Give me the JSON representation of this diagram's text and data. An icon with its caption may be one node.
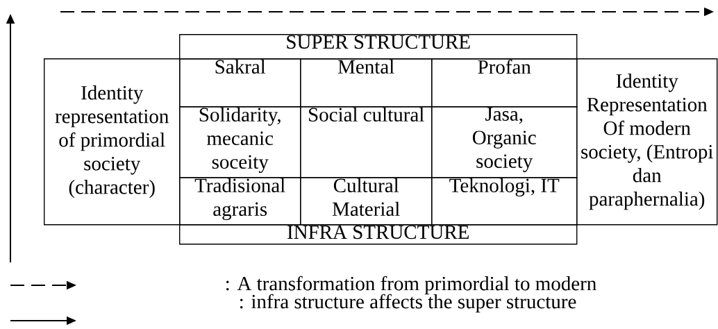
{
  "diagram": {
    "nodes": [
      {
        "text": [
          "SUPER STRUCTURE"
        ]
      },
      {
        "text": [
          "Identity representation of primordial society (character)"
        ]
      },
      {
        "text": [
          "Sakral"
        ]
      },
      {
        "text": [
          "Mental"
        ]
      },
      {
        "text": [
          "Profan"
        ]
      },
      {
        "text": [
          "Solidarity, mecanic soceity"
        ]
      },
      {
        "text": [
          "Social cultural"
        ]
      },
      {
        "text": [
          "Jasa, Organic society"
        ]
      },
      {
        "text": [
          "Tradisional agraris"
        ]
      },
      {
        "text": [
          "Cultural Material"
        ]
      },
      {
        "text": [
          "Teknologi, IT"
        ]
      },
      {
        "text": [
          "Identity Representation Of modern society, (Entropi dan paraphernalia)"
        ]
      },
      {
        "text": [
          "INFRA  STRUCTURE"
        ]
      }
    ],
    "legend": [
      {
        "text": ": A transformation from primordial to modern"
      },
      {
        "text": ":  infra structure affects the super structure"
      }
    ]
  }
}
